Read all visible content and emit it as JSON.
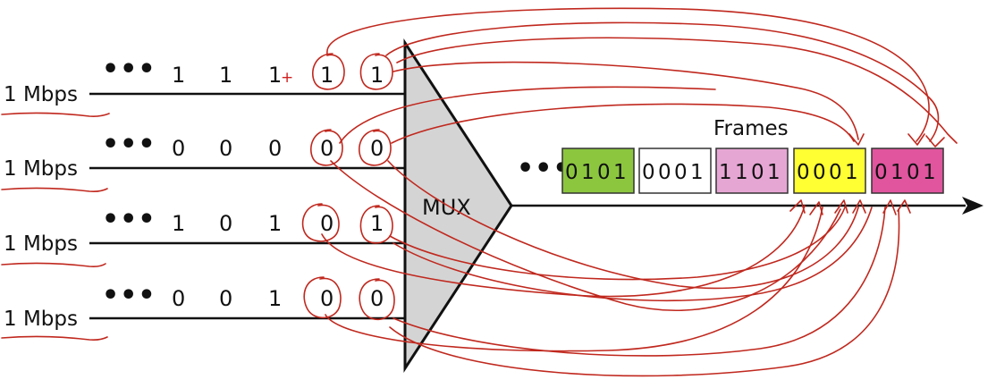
{
  "inputs": [
    {
      "rate": "1 Mbps",
      "bits": [
        "1",
        "1",
        "1",
        "1",
        "1"
      ]
    },
    {
      "rate": "1 Mbps",
      "bits": [
        "0",
        "0",
        "0",
        "0",
        "0"
      ]
    },
    {
      "rate": "1 Mbps",
      "bits": [
        "1",
        "0",
        "1",
        "0",
        "1"
      ]
    },
    {
      "rate": "1 Mbps",
      "bits": [
        "0",
        "0",
        "1",
        "0",
        "0"
      ]
    }
  ],
  "ellipsis": "•••",
  "mux_label": "MUX",
  "frames_label": "Frames",
  "plus_mark": "+",
  "frames": [
    {
      "bits": [
        "0",
        "1",
        "0",
        "1"
      ],
      "color": "#8cc63f"
    },
    {
      "bits": [
        "0",
        "0",
        "0",
        "1"
      ],
      "color": "#ffffff"
    },
    {
      "bits": [
        "1",
        "1",
        "0",
        "1"
      ],
      "color": "#e6a6d4"
    },
    {
      "bits": [
        "0",
        "0",
        "0",
        "1"
      ],
      "color": "#ffff33"
    },
    {
      "bits": [
        "0",
        "1",
        "0",
        "1"
      ],
      "color": "#e0559e"
    }
  ],
  "colors": {
    "line": "#111111",
    "mux_fill": "#d4d4d4",
    "annotation": "#c0281e"
  }
}
